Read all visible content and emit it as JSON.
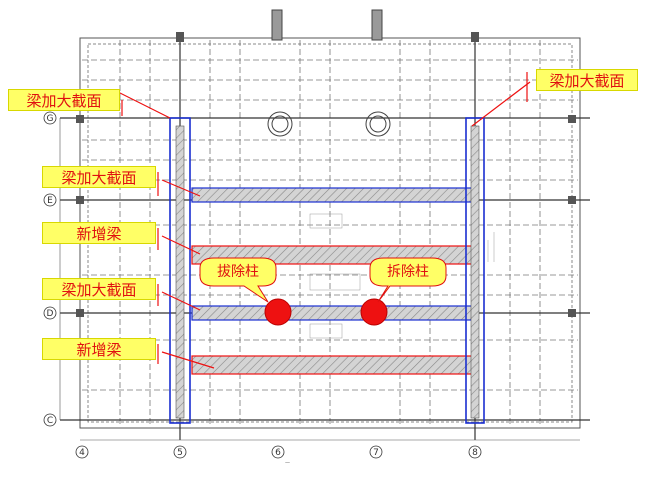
{
  "labels": {
    "top_left": "梁加大截面",
    "top_right": "梁加大截面",
    "left_1": "梁加大截面",
    "left_2": "新增梁",
    "left_3": "梁加大截面",
    "left_4": "新增梁"
  },
  "callouts": {
    "left": "拔除柱",
    "right": "拆除柱"
  },
  "axes": {
    "bottom": [
      "4",
      "5",
      "6",
      "7",
      "8"
    ],
    "left": [
      "G",
      "E",
      "D",
      "C"
    ]
  },
  "colors": {
    "label_bg": "#ffff66",
    "label_text": "#e01010",
    "column_red": "#ee1111",
    "beam_outline_blue": "#1a2fd0",
    "new_beam_outline": "#ee1111"
  }
}
